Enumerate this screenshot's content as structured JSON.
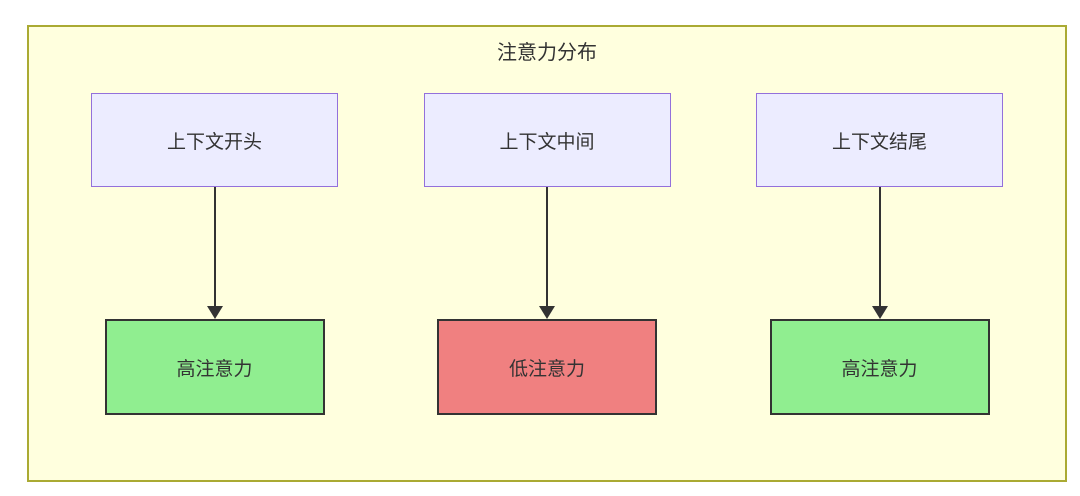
{
  "diagram": {
    "title": "注意力分布",
    "columns": [
      {
        "source": "上下文开头",
        "target": "高注意力",
        "level": "high"
      },
      {
        "source": "上下文中间",
        "target": "低注意力",
        "level": "low"
      },
      {
        "source": "上下文结尾",
        "target": "高注意力",
        "level": "high"
      }
    ],
    "colors": {
      "container_bg": "#ffffde",
      "container_border": "#aaaa33",
      "source_bg": "#ececff",
      "source_border": "#9370db",
      "high_bg": "#90ee90",
      "low_bg": "#f08080",
      "target_border": "#333333",
      "arrow": "#333333",
      "text": "#333333"
    }
  }
}
